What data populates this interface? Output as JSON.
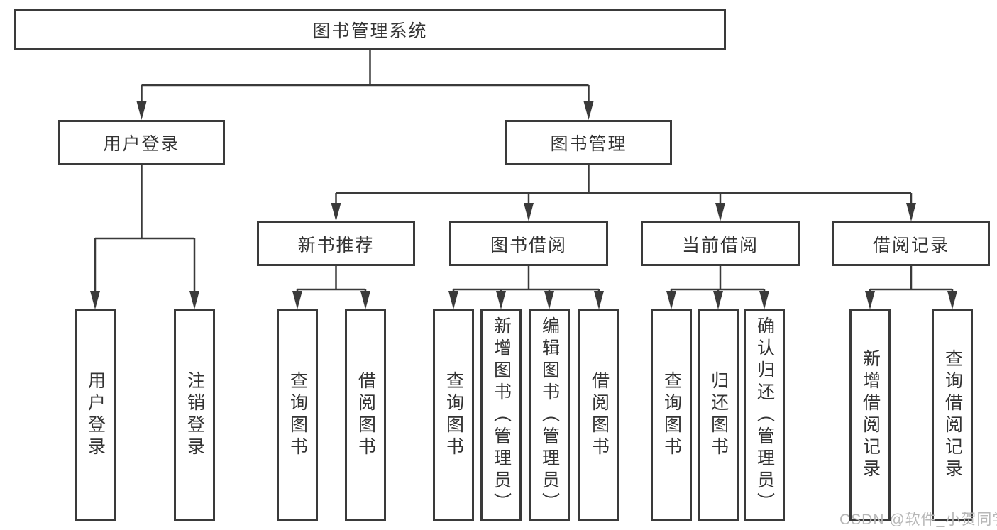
{
  "tree": {
    "root": {
      "label": "图书管理系统"
    },
    "branches": [
      {
        "label": "用户登录",
        "children": [
          {
            "label": "用户登录"
          },
          {
            "label": "注销登录"
          }
        ]
      },
      {
        "label": "图书管理",
        "children": [
          {
            "label": "新书推荐",
            "children": [
              {
                "label": "查询图书"
              },
              {
                "label": "借阅图书"
              }
            ]
          },
          {
            "label": "图书借阅",
            "children": [
              {
                "label": "查询图书"
              },
              {
                "label": "新增图书（管理员）"
              },
              {
                "label": "编辑图书（管理员）"
              },
              {
                "label": "借阅图书"
              }
            ]
          },
          {
            "label": "当前借阅",
            "children": [
              {
                "label": "查询图书"
              },
              {
                "label": "归还图书"
              },
              {
                "label": "确认归还（管理员）"
              }
            ]
          },
          {
            "label": "借阅记录",
            "children": [
              {
                "label": "新增借阅记录"
              },
              {
                "label": "查询借阅记录"
              }
            ]
          }
        ]
      }
    ]
  },
  "watermark": {
    "text": "CSDN @软件_小贺同学"
  },
  "colors": {
    "line": "#3a3a3a",
    "text": "#333333",
    "background": "#ffffff",
    "watermark": "#b7b7b7"
  }
}
